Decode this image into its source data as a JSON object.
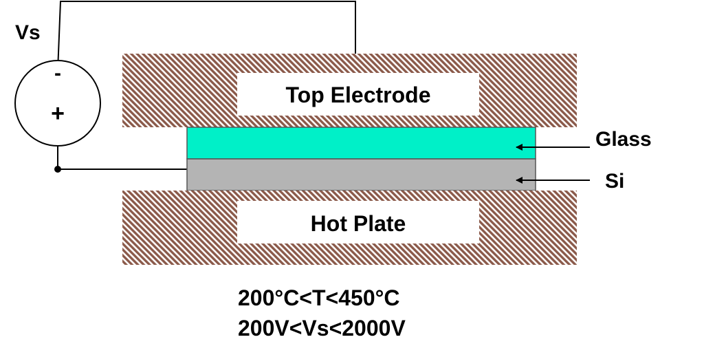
{
  "source": {
    "label": "Vs",
    "minus": "-",
    "plus": "+"
  },
  "electrode": {
    "label": "Top Electrode"
  },
  "plate": {
    "label": "Hot Plate"
  },
  "layers": {
    "glass_label": "Glass",
    "si_label": "Si"
  },
  "conditions": {
    "temperature": "200°C<T<450°C",
    "voltage": "200V<Vs<2000V"
  },
  "colors": {
    "hatch_fill": "#8b5a4a",
    "glass": "#00f0c8",
    "silicon": "#b4b4b4",
    "text": "#000000",
    "background": "#ffffff"
  }
}
